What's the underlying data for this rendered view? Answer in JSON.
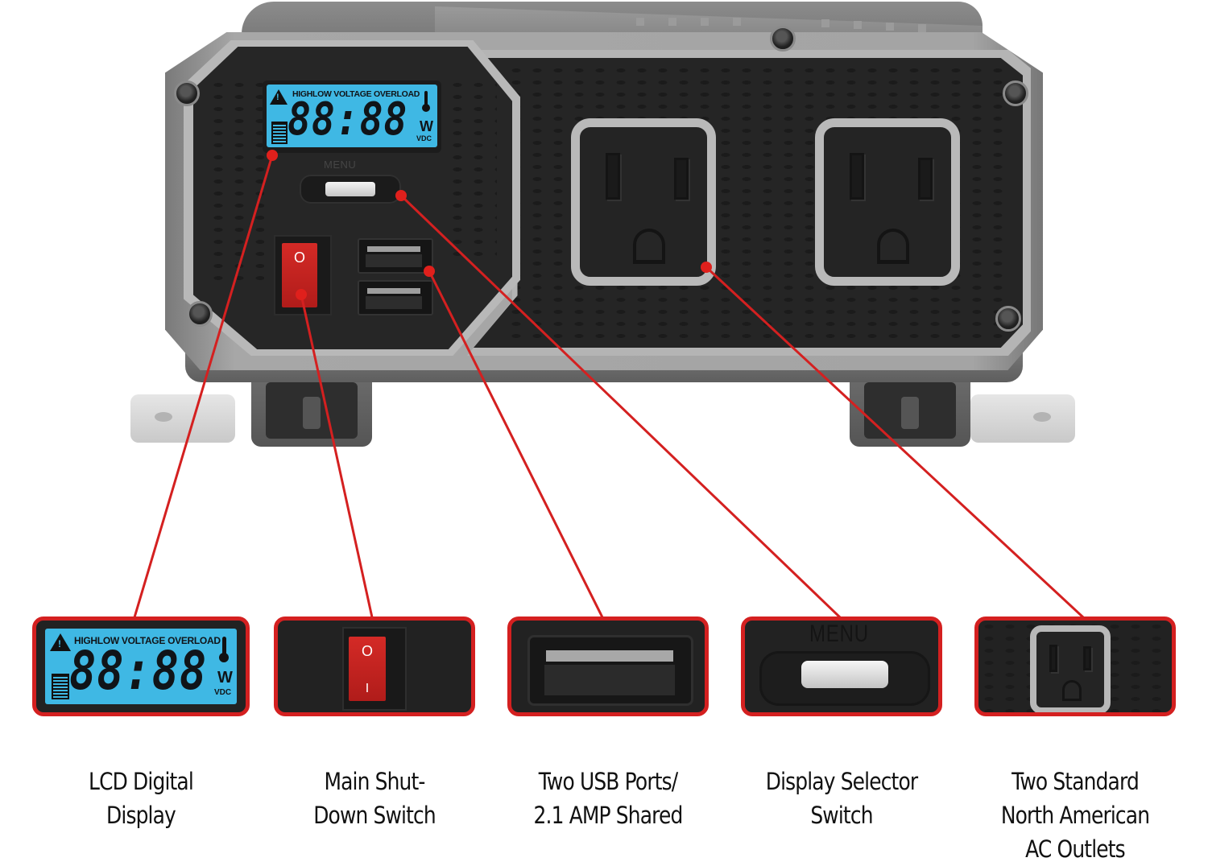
{
  "diagram": {
    "subject": "Power inverter front panel",
    "colors": {
      "accent_red": "#d42020",
      "lcd_blue": "#3fb8e4",
      "panel_black": "#252525",
      "housing_gray": "#a4a4a4",
      "rocker_red": "#c62420",
      "background": "#ffffff"
    },
    "device": {
      "lcd": {
        "header": "HIGHLOW VOLTAGE OVERLOAD",
        "digits": "88:88",
        "unit_w": "W",
        "unit_vdc": "VDC",
        "warning_mark": "!"
      },
      "menu_label": "MENU",
      "rocker": {
        "off_symbol": "O",
        "on_symbol": "I"
      },
      "usb_port_count": 2,
      "outlet_count": 2
    },
    "callouts": [
      {
        "id": "lcd",
        "icon": "lcd-display-icon",
        "label_lines": [
          "LCD Digital",
          "Display"
        ],
        "preview": {
          "header": "HIGHLOW VOLTAGE OVERLOAD",
          "digits": "88:88",
          "unit_w": "W",
          "unit_vdc": "VDC"
        }
      },
      {
        "id": "switch",
        "icon": "rocker-switch-icon",
        "label_lines": [
          "Main Shut-",
          "Down Switch"
        ],
        "preview": {
          "off_symbol": "O",
          "on_symbol": "I"
        }
      },
      {
        "id": "usb",
        "icon": "usb-port-icon",
        "label_lines": [
          "Two USB Ports/",
          "2.1 AMP Shared"
        ]
      },
      {
        "id": "menu",
        "icon": "menu-button-icon",
        "label_lines": [
          "Display Selector",
          "Switch"
        ],
        "preview": {
          "menu_label": "MENU"
        }
      },
      {
        "id": "outlets",
        "icon": "ac-outlet-icon",
        "label_lines": [
          "Two Standard",
          "North American",
          "AC Outlets"
        ]
      }
    ]
  }
}
